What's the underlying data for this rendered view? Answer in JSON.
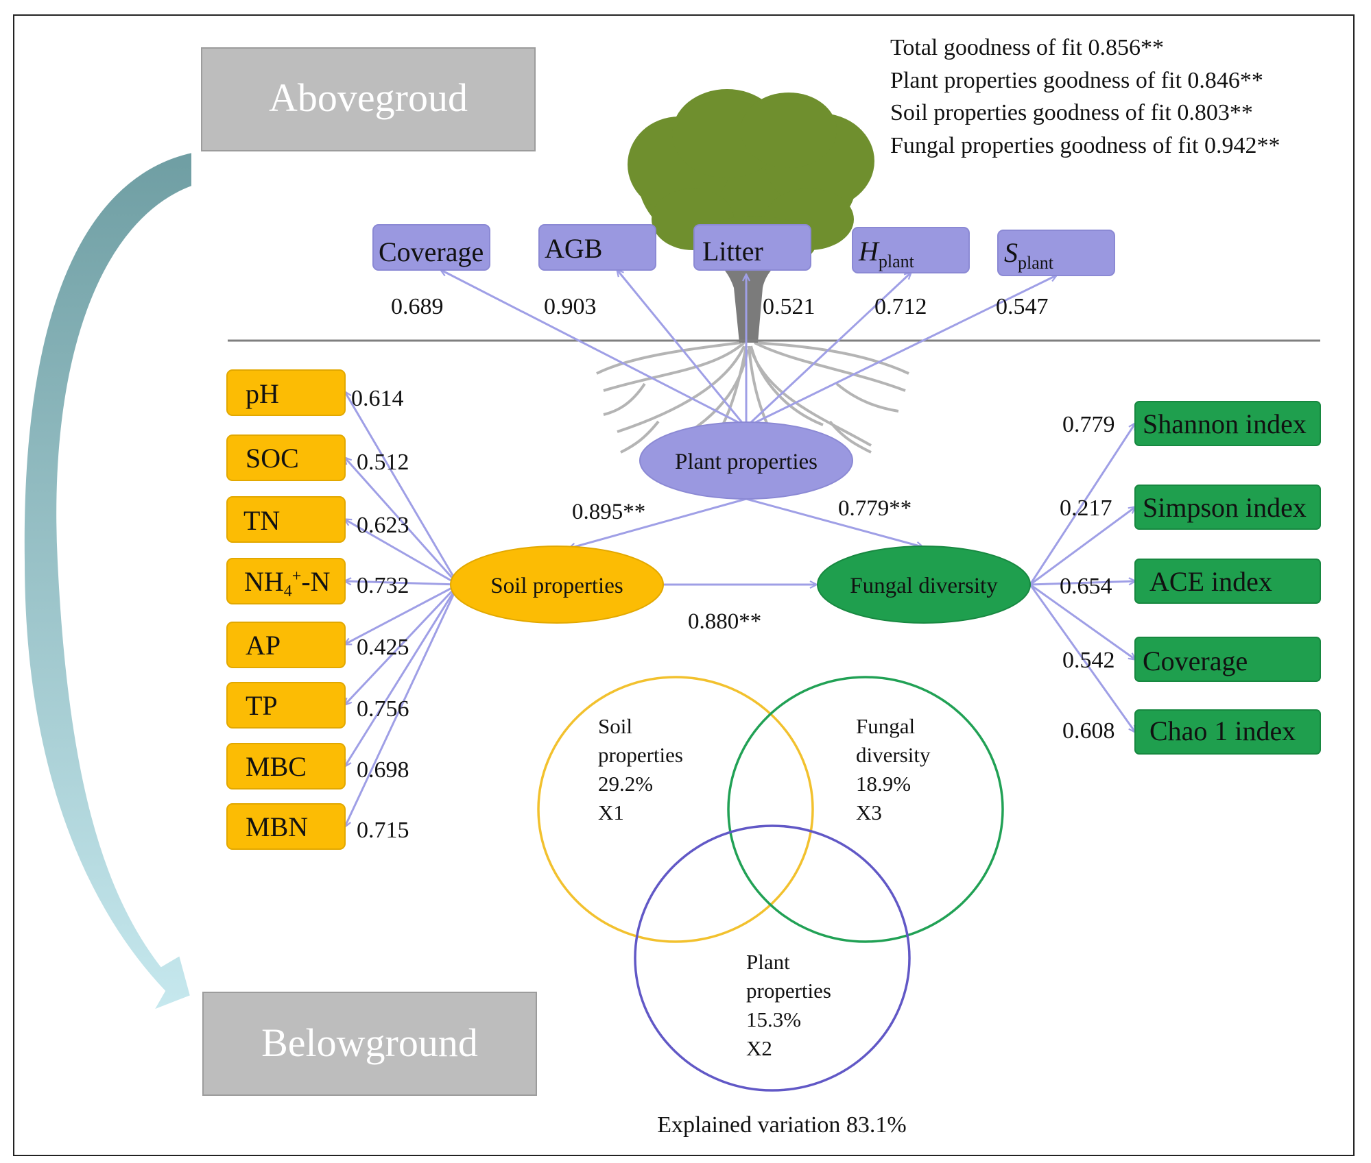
{
  "fit_stats": [
    "Total goodness of fit 0.856**",
    "Plant properties goodness of fit 0.846**",
    "Soil properties goodness of fit 0.803**",
    "Fungal properties goodness of fit 0.942**"
  ],
  "regions": {
    "above": "Abovegroud",
    "below": "Belowground"
  },
  "latent": {
    "plant": "Plant properties",
    "soil": "Soil properties",
    "fungal": "Fungal diversity"
  },
  "paths": {
    "plant_soil": "0.895**",
    "plant_fungal": "0.779**",
    "soil_fungal": "0.880**"
  },
  "plant_indicators": [
    {
      "name": "Coverage",
      "loading": "0.689"
    },
    {
      "name": "AGB",
      "loading": "0.903"
    },
    {
      "name": "Litter",
      "loading": "0.521"
    },
    {
      "name": "H",
      "sub": "plant",
      "loading": "0.712"
    },
    {
      "name": "S",
      "sub": "plant",
      "loading": "0.547"
    }
  ],
  "soil_indicators": [
    {
      "name": "pH",
      "loading": "0.614"
    },
    {
      "name": "SOC",
      "loading": "0.512"
    },
    {
      "name": "TN",
      "loading": "0.623"
    },
    {
      "name": "NH",
      "sub": "4",
      "sup": "+",
      "suffix": "-N",
      "loading": "0.732"
    },
    {
      "name": "AP",
      "loading": "0.425"
    },
    {
      "name": "TP",
      "loading": "0.756"
    },
    {
      "name": "MBC",
      "loading": "0.698"
    },
    {
      "name": "MBN",
      "loading": "0.715"
    }
  ],
  "fungal_indicators": [
    {
      "name": "Shannon index",
      "loading": "0.779"
    },
    {
      "name": "Simpson index",
      "loading": "0.217"
    },
    {
      "name": "ACE index",
      "loading": "0.654"
    },
    {
      "name": "Coverage",
      "loading": "0.542"
    },
    {
      "name": "Chao 1 index",
      "loading": "0.608"
    }
  ],
  "venn": {
    "soil": [
      "Soil",
      "properties",
      "29.2%",
      "X1"
    ],
    "fungal": [
      "Fungal",
      "diversity",
      "18.9%",
      "X3"
    ],
    "plant": [
      "Plant",
      "properties",
      "15.3%",
      "X2"
    ]
  },
  "explained": "Explained variation 83.1%",
  "colors": {
    "plant": "#9a98e0",
    "soil": "#fcbc04",
    "fungal": "#1f9f4e",
    "arrow": "#9f9fe6",
    "gray_box": "#bdbdbd",
    "tree": "#6f8f2e",
    "venn_soil": "#f2c12e",
    "venn_fungal": "#21a155",
    "venn_plant": "#6158c6"
  }
}
